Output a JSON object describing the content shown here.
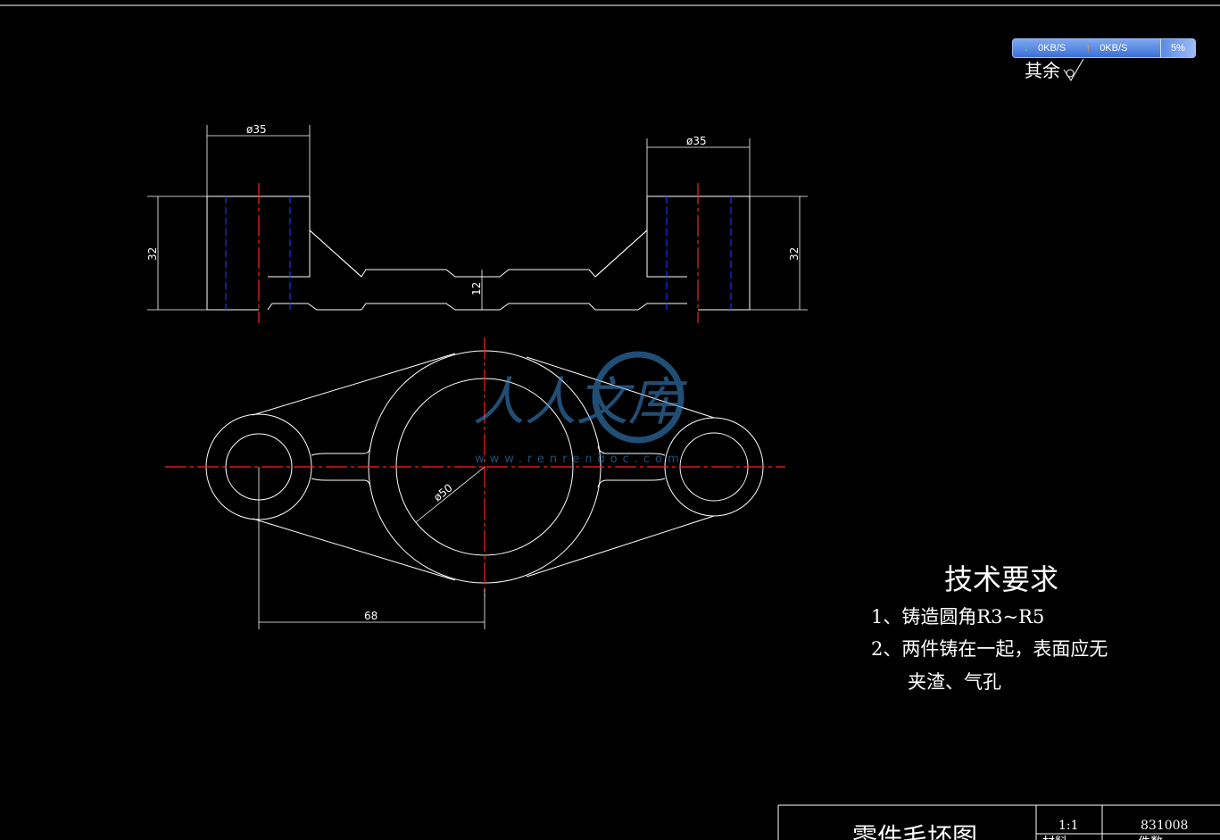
{
  "network": {
    "down_speed": "0KB/S",
    "up_speed": "0KB/S",
    "percent": "5%",
    "down_icon": "arrow-down-icon",
    "up_icon": "arrow-up-icon"
  },
  "roughness": {
    "label": "其余"
  },
  "dimensions": {
    "top_left_diameter": "ø35",
    "top_right_diameter": "ø35",
    "left_height": "32",
    "right_height": "32",
    "web_thickness": "12",
    "bore_diameter": "ø50",
    "center_distance": "68"
  },
  "watermark": {
    "name": "人人文库",
    "url": "www.renrendoc.com"
  },
  "requirements": {
    "title": "技术要求",
    "item1": "1、铸造圆角R3~R5",
    "item2_line1": "2、两件铸在一起，表面应无",
    "item2_line2": "夹渣、气孔"
  },
  "title_block": {
    "drawing_name": "零件毛坯图",
    "scale": "1:1",
    "drawing_number": "831008",
    "material_label": "材料",
    "quantity_label": "件数"
  },
  "colors": {
    "lines": "#ffffff",
    "center": "#ff2020",
    "hidden": "#2030ff",
    "widget": "#3c6fd6"
  }
}
